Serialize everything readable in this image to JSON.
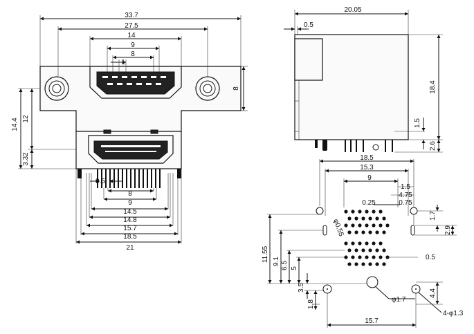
{
  "front_view": {
    "dims_top": [
      "33.7",
      "27.5",
      "14",
      "9",
      "8",
      "1"
    ],
    "dims_left": [
      "14.4",
      "12",
      "3.32"
    ],
    "dim_right": "8",
    "dims_bottom": [
      "0.5",
      "8",
      "9",
      "14.5",
      "14.8",
      "15.7",
      "18.5",
      "21"
    ]
  },
  "side_view": {
    "dim_top": "20.05",
    "dim_small": "0.5",
    "dims_right": [
      "18.4",
      "1.5",
      "2.6"
    ]
  },
  "footprint": {
    "dims_top": [
      "18.5",
      "15.3",
      "9",
      "1.5",
      "4.75",
      "0.25",
      "0.75"
    ],
    "pad_dia": "φ0.55",
    "dims_right": [
      "1.7",
      "2.9",
      "0.5"
    ],
    "dims_left": [
      "11.55",
      "9.1",
      "6.5",
      "5",
      "3.5",
      "1.8"
    ],
    "hole_center": "φ1.7",
    "dim_right_lower": "4.4",
    "hole_mount": "4-φ1.3",
    "dim_bottom": "15.7"
  }
}
